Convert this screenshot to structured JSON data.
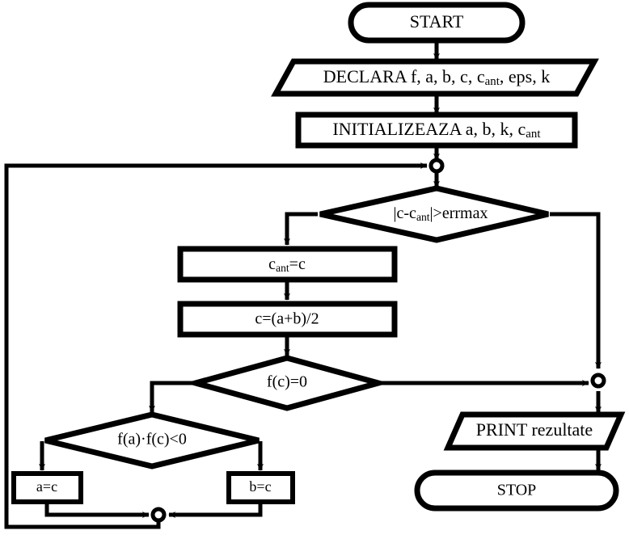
{
  "diagram": {
    "title": "Bisection method flowchart",
    "language": "ro",
    "background_color": "#ffffff",
    "line_color": "#000000"
  },
  "nodes": {
    "start": {
      "label": "START",
      "shape": "terminator"
    },
    "declara": {
      "label_pre": "DECLARA f, a, b, c, c",
      "label_sub": "ant",
      "label_post": ", eps, k",
      "shape": "parallelogram"
    },
    "initializeaza": {
      "label_pre": "INITIALIZEAZA a, b, k, c",
      "label_sub": "ant",
      "label_post": "",
      "shape": "process"
    },
    "cond_err": {
      "label_pre": "|c-c",
      "label_sub": "ant",
      "label_post": "|>errmax",
      "shape": "decision"
    },
    "cant_eq_c": {
      "label_pre": "c",
      "label_sub": "ant",
      "label_post": "=c",
      "shape": "process"
    },
    "c_midpoint": {
      "label": "c=(a+b)/2",
      "shape": "process"
    },
    "cond_fc_zero": {
      "label": "f(c)=0",
      "shape": "decision"
    },
    "cond_sign": {
      "label": "f(a)·f(c)<0",
      "shape": "decision"
    },
    "a_eq_c": {
      "label": "a=c",
      "shape": "process"
    },
    "b_eq_c": {
      "label": "b=c",
      "shape": "process"
    },
    "print": {
      "label": "PRINT rezultate",
      "shape": "parallelogram"
    },
    "stop": {
      "label": "STOP",
      "shape": "terminator"
    }
  },
  "junctions": {
    "loop_top": {
      "name": "loop-entry-junction"
    },
    "exit_right": {
      "name": "exit-merge-junction"
    },
    "loop_bottom": {
      "name": "loop-back-merge-junction"
    }
  },
  "connectors": [
    {
      "name": "start-to-declara",
      "from": "start",
      "to": "declara"
    },
    {
      "name": "declara-to-initializeaza",
      "from": "declara",
      "to": "initializeaza"
    },
    {
      "name": "initializeaza-to-loop-junction",
      "from": "initializeaza",
      "to": "loop_top"
    },
    {
      "name": "loop-junction-to-condition",
      "from": "loop_top",
      "to": "cond_err"
    },
    {
      "name": "condition-true-to-cant",
      "from": "cond_err",
      "to": "cant_eq_c"
    },
    {
      "name": "condition-false-to-exit-junction",
      "from": "cond_err",
      "to": "exit_right"
    },
    {
      "name": "cant-to-midpoint",
      "from": "cant_eq_c",
      "to": "c_midpoint"
    },
    {
      "name": "midpoint-to-fc-decision",
      "from": "c_midpoint",
      "to": "cond_fc_zero"
    },
    {
      "name": "fc-true-to-exit-junction",
      "from": "cond_fc_zero",
      "to": "exit_right"
    },
    {
      "name": "fc-false-to-sign-decision",
      "from": "cond_fc_zero",
      "to": "cond_sign"
    },
    {
      "name": "sign-true-to-a-assign",
      "from": "cond_sign",
      "to": "a_eq_c"
    },
    {
      "name": "sign-false-to-b-assign",
      "from": "cond_sign",
      "to": "b_eq_c"
    },
    {
      "name": "a-assign-to-merge",
      "from": "a_eq_c",
      "to": "loop_bottom"
    },
    {
      "name": "b-assign-to-merge",
      "from": "b_eq_c",
      "to": "loop_bottom"
    },
    {
      "name": "merge-to-loop-top",
      "from": "loop_bottom",
      "to": "loop_top"
    },
    {
      "name": "exit-junction-to-print",
      "from": "exit_right",
      "to": "print"
    },
    {
      "name": "print-to-stop",
      "from": "print",
      "to": "stop"
    }
  ]
}
